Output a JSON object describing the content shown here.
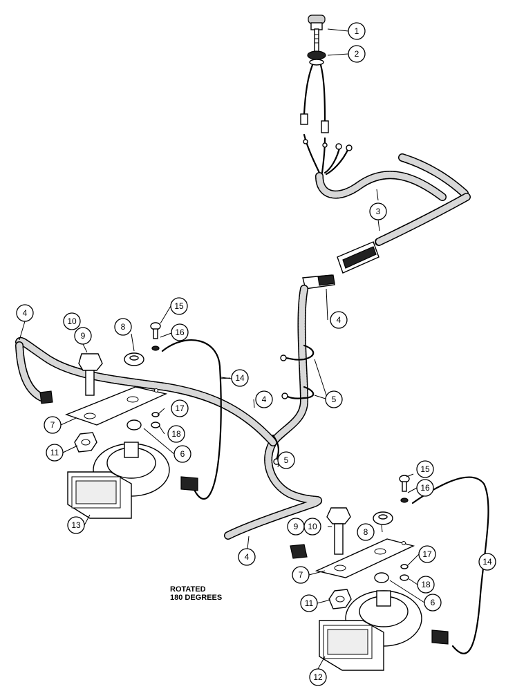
{
  "note": {
    "line1": "ROTATED",
    "line2": "180 DEGREES"
  },
  "callouts": {
    "c1": "1",
    "c2": "2",
    "c3": "3",
    "c4a": "4",
    "c4b": "4",
    "c4c": "4",
    "c4d": "4",
    "c5a": "5",
    "c5b": "5",
    "c6a": "6",
    "c6b": "6",
    "c7a": "7",
    "c7b": "7",
    "c8a": "8",
    "c8b": "8",
    "c9a": "9",
    "c9b": "9",
    "c10a": "10",
    "c10b": "10",
    "c11a": "11",
    "c11b": "11",
    "c12": "12",
    "c13": "13",
    "c14a": "14",
    "c14b": "14",
    "c15a": "15",
    "c15b": "15",
    "c16a": "16",
    "c16b": "16",
    "c17a": "17",
    "c17b": "17",
    "c18a": "18",
    "c18b": "18"
  }
}
